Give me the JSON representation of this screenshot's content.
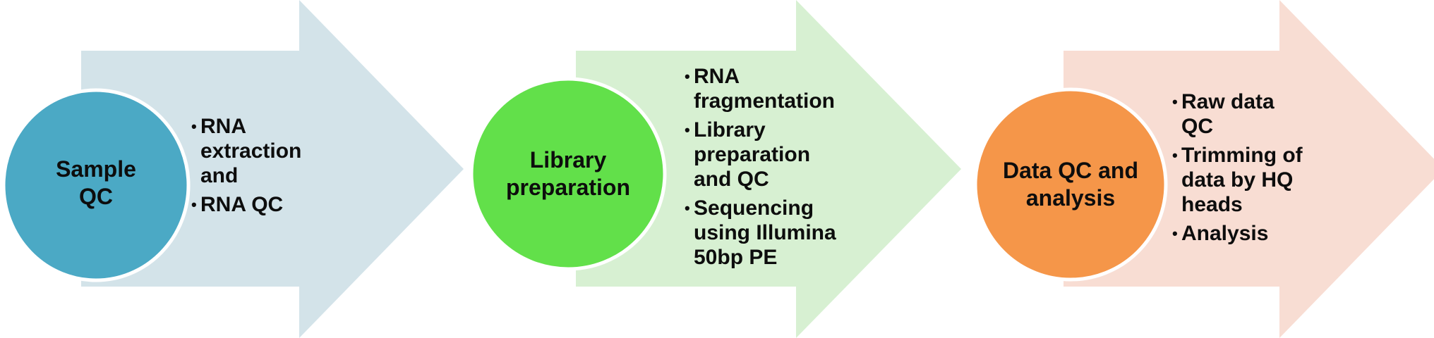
{
  "steps": [
    {
      "title": "Sample QC",
      "circle_color": "#4BA9C5",
      "arrow_color": "#D3E3E9",
      "bullets": [
        "RNA\nextraction\nand",
        "RNA QC"
      ]
    },
    {
      "title": "Library preparation",
      "circle_color": "#62E04A",
      "arrow_color": "#D7F0D2",
      "bullets": [
        "RNA\nfragmentation",
        "Library\npreparation\nand QC",
        "Sequencing\nusing Illumina\n50bp PE"
      ]
    },
    {
      "title": "Data QC and analysis",
      "circle_color": "#F59649",
      "arrow_color": "#F8DDD3",
      "bullets": [
        "Raw data\nQC",
        "Trimming of\ndata by HQ\nheads",
        "Analysis"
      ]
    }
  ],
  "bullet_glyph": "•"
}
